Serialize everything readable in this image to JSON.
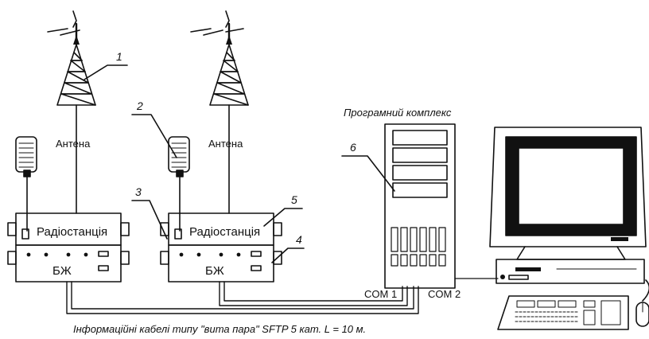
{
  "diagram": {
    "software_title": "Програмний комплекс",
    "antenna_label_left": "Антена",
    "antenna_label_right": "Антена",
    "radio_label_left": "Радіостанція",
    "radio_label_right": "Радіостанція",
    "psu_label_left": "БЖ",
    "psu_label_right": "БЖ",
    "com1": "COM 1",
    "com2": "COM 2",
    "cable_caption": "Інформаційні кабелі типу \"вита пара\" SFTP 5 кат. L = 10 м.",
    "callouts": [
      "1",
      "2",
      "3",
      "4",
      "5",
      "6"
    ]
  }
}
